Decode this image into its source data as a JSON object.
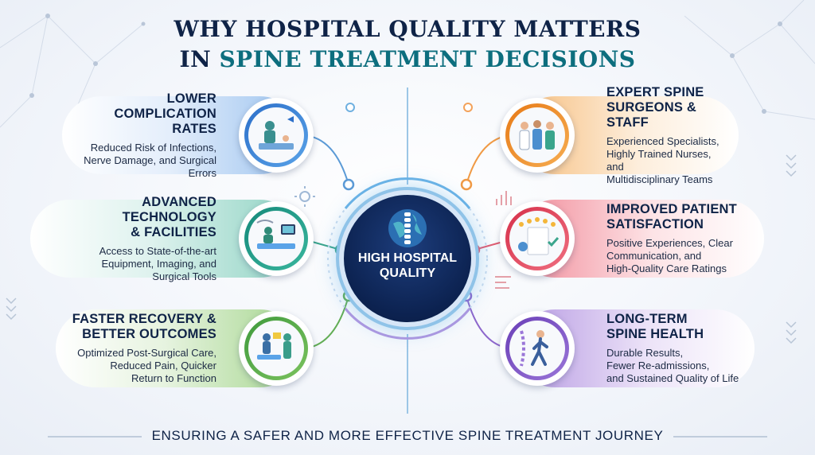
{
  "title": {
    "line1": "WHY HOSPITAL QUALITY MATTERS",
    "line2_prefix": "IN ",
    "line2_rest": "SPINE TREATMENT DECISIONS"
  },
  "hub": {
    "line1": "HIGH HOSPITAL",
    "line2": "QUALITY",
    "icon": "globe-spine-icon"
  },
  "cards": {
    "complications": {
      "heading_1": "LOWER",
      "heading_2": "COMPLICATION RATES",
      "desc_1": "Reduced Risk of Infections,",
      "desc_2": "Nerve Damage, and Surgical",
      "desc_3": "Errors",
      "icon": "surgery-team-icon",
      "color": "#2f7fd8"
    },
    "technology": {
      "heading_1": "ADVANCED TECHNOLOGY",
      "heading_2": "& FACILITIES",
      "desc_1": "Access to State-of-the-art",
      "desc_2": "Equipment, Imaging, and",
      "desc_3": "Surgical Tools",
      "icon": "operating-room-icon",
      "color": "#1e9d86"
    },
    "recovery": {
      "heading_1": "FASTER RECOVERY &",
      "heading_2": "BETTER OUTCOMES",
      "desc_1": "Optimized Post-Surgical Care,",
      "desc_2": "Reduced Pain, Quicker",
      "desc_3": "Return to Function",
      "icon": "rehab-icon",
      "color": "#4aa548"
    },
    "surgeons": {
      "heading_1": "EXPERT SPINE",
      "heading_2": "SURGEONS & STAFF",
      "desc_1": "Experienced Specialists,",
      "desc_2": "Highly Trained Nurses, and",
      "desc_3": "Multidisciplinary Teams",
      "icon": "medical-staff-icon",
      "color": "#f0891f"
    },
    "satisfaction": {
      "heading_1": "IMPROVED PATIENT",
      "heading_2": "SATISFACTION",
      "desc_1": "Positive Experiences, Clear",
      "desc_2": "Communication, and",
      "desc_3": "High-Quality Care Ratings",
      "icon": "star-rating-icon",
      "color": "#e0435a"
    },
    "longterm": {
      "heading_1": "LONG-TERM",
      "heading_2": "SPINE HEALTH",
      "desc_1": "Durable Results,",
      "desc_2": "Fewer Re-admissions,",
      "desc_3": "and Sustained Quality of Life",
      "icon": "walking-spine-icon",
      "color": "#7b4fc4"
    }
  },
  "footer": "ENSURING A SAFER AND MORE EFFECTIVE SPINE TREATMENT JOURNEY"
}
